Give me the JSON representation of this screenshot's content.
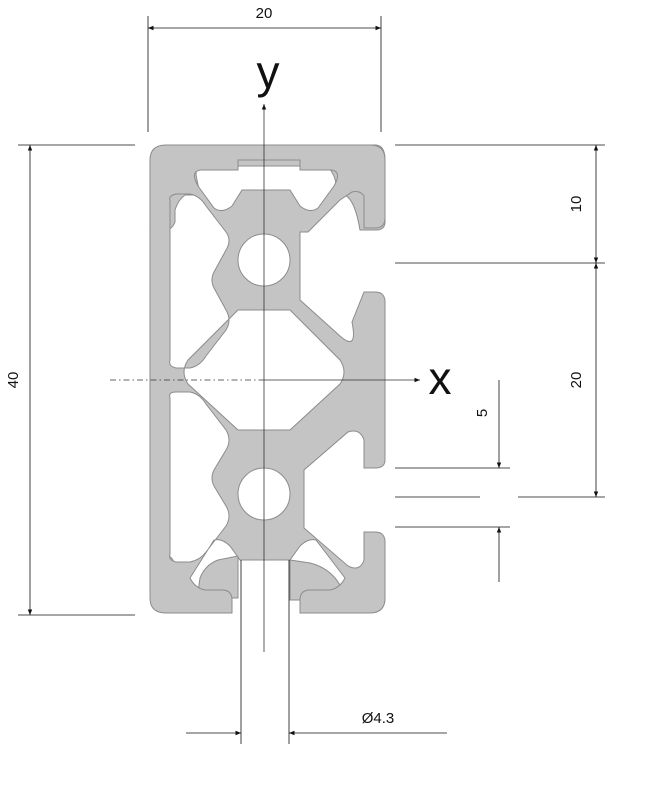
{
  "axes": {
    "y": "y",
    "x": "x"
  },
  "dimensions": {
    "top_width": "20",
    "total_height": "40",
    "right_upper": "10",
    "right_lower": "20",
    "slot": "5",
    "bore": "Ø4.3"
  },
  "colors": {
    "profile_fill": "#c4c4c4",
    "profile_stroke": "#8c8c8c",
    "line": "#111111"
  }
}
